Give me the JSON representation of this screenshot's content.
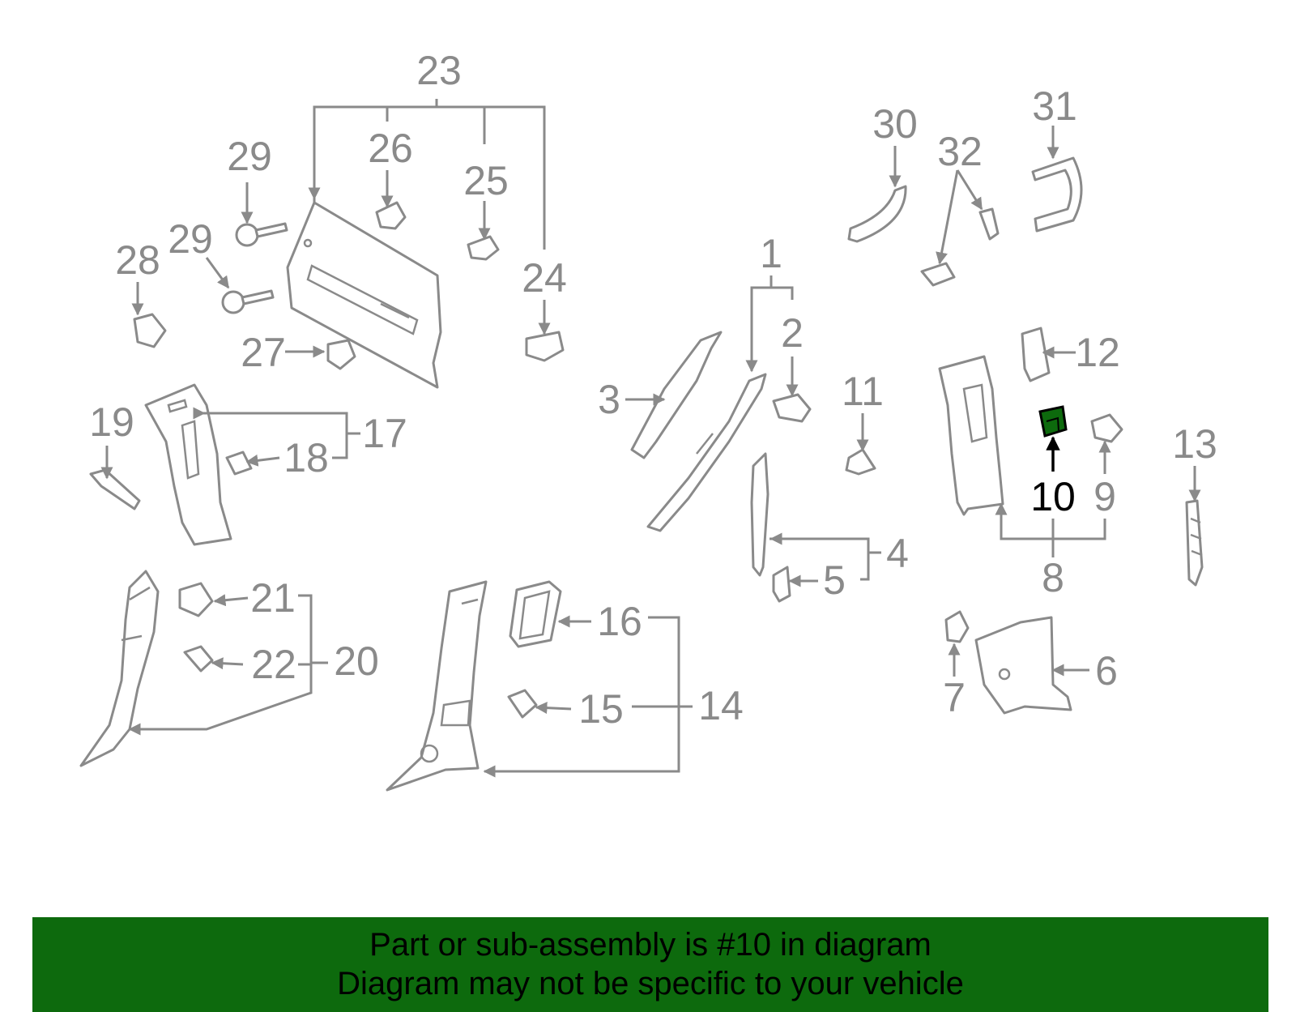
{
  "highlight_color": "#0d6a0d",
  "callouts": [
    "1",
    "2",
    "3",
    "4",
    "5",
    "6",
    "7",
    "8",
    "9",
    "10",
    "11",
    "12",
    "13",
    "14",
    "15",
    "16",
    "17",
    "18",
    "19",
    "20",
    "21",
    "22",
    "23",
    "24",
    "25",
    "26",
    "27",
    "28",
    "29",
    "29",
    "30",
    "31",
    "32"
  ],
  "highlighted_callout": "10",
  "banner": {
    "line1": "Part or sub-assembly is #10 in diagram",
    "line2": "Diagram may not be specific to your vehicle"
  }
}
